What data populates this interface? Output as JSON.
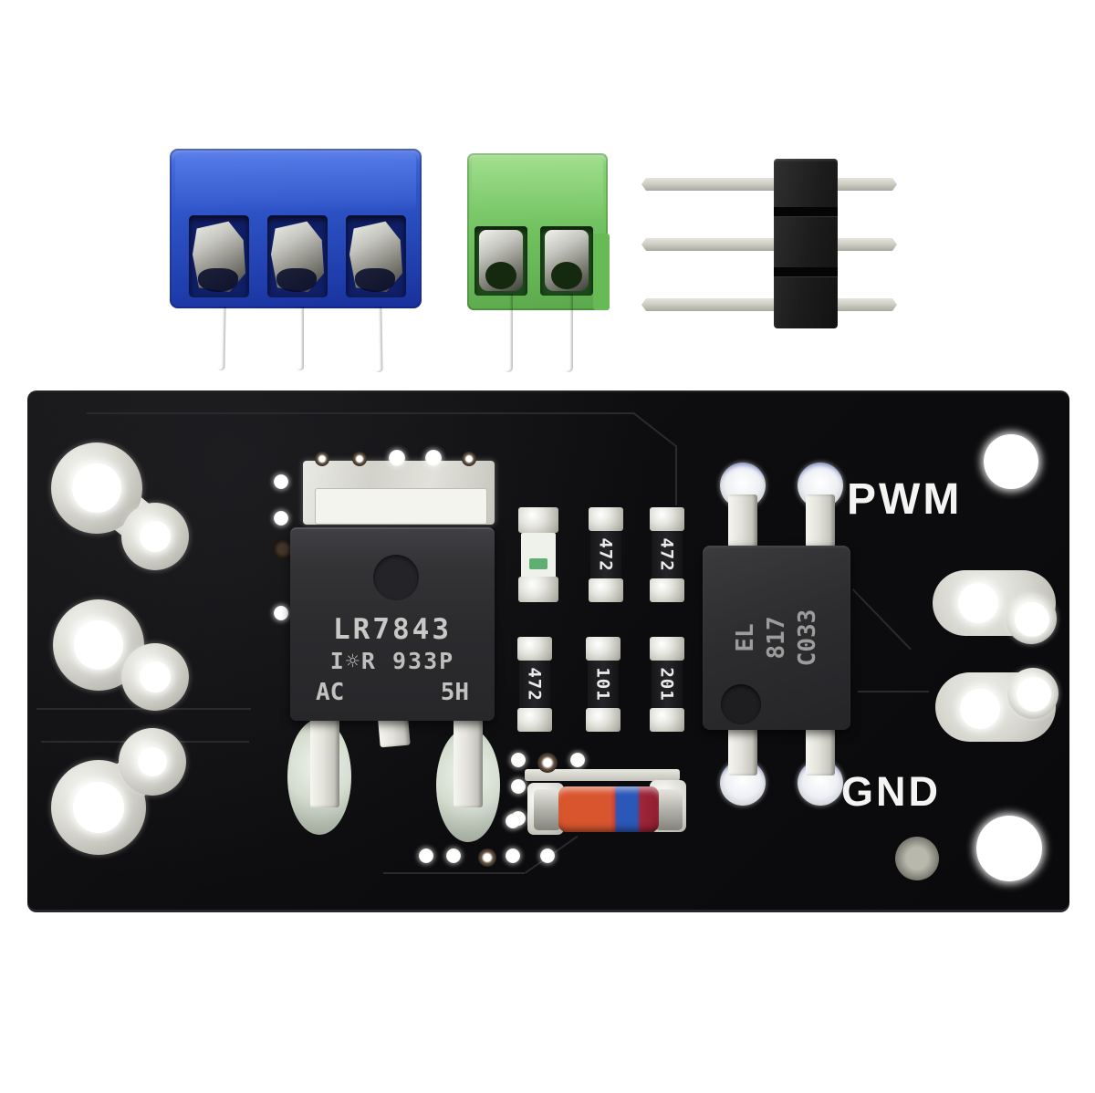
{
  "scene_type": "product photo of MOSFET driver module with included connectors",
  "background_color": "#ffffff",
  "loose_components": {
    "blue_terminal_block": {
      "pin_count": 3,
      "body_color": "#2b4fc0"
    },
    "green_terminal_block": {
      "pin_count": 2,
      "body_color": "#74c463"
    },
    "pin_header": {
      "pin_count": 3,
      "body_color": "#1e1e1e"
    }
  },
  "pcb": {
    "board_color": "#0d0d0f",
    "silkscreen_color": "#f2f2f2",
    "pwm_label": "PWM",
    "gnd_label": "GND",
    "mosfet": {
      "part_number": "LR7843",
      "brand_line": "I☼R 933P",
      "code_left": "AC",
      "code_right": "5H"
    },
    "optocoupler": {
      "line1": "EL",
      "line2": "817",
      "line3": "C033"
    },
    "resistor_labels": [
      "472",
      "472",
      "472",
      "101",
      "201"
    ]
  }
}
